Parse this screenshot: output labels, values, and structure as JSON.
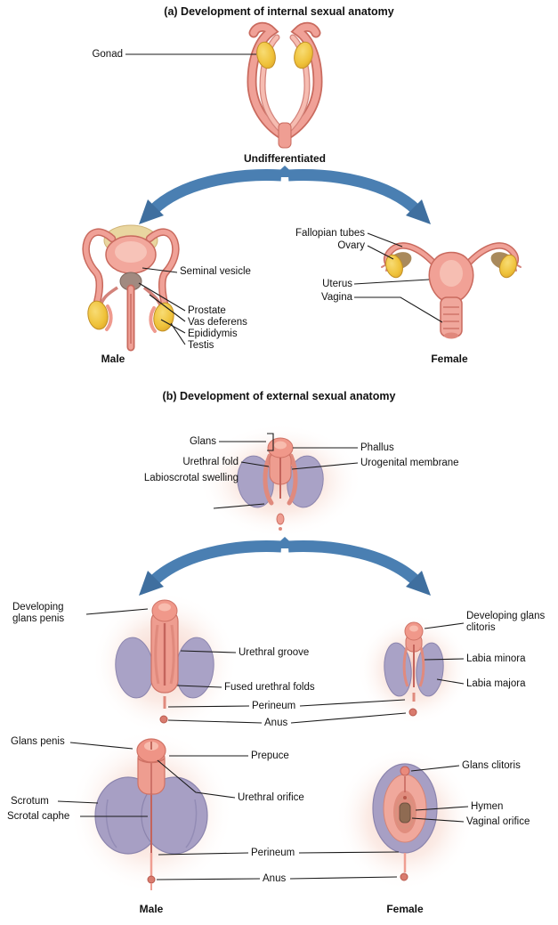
{
  "figure": {
    "section_a": {
      "title": "(a) Development of internal sexual anatomy",
      "undifferentiated_caption": "Undifferentiated",
      "male_caption": "Male",
      "female_caption": "Female",
      "labels": {
        "gonad": "Gonad",
        "seminal_vesicle": "Seminal vesicle",
        "prostate": "Prostate",
        "vas_deferens": "Vas deferens",
        "epididymis": "Epididymis",
        "testis": "Testis",
        "fallopian_tubes": "Fallopian tubes",
        "ovary": "Ovary",
        "uterus": "Uterus",
        "vagina": "Vagina"
      }
    },
    "section_b": {
      "title": "(b) Development of external sexual anatomy",
      "male_caption": "Male",
      "female_caption": "Female",
      "labels": {
        "glans": "Glans",
        "phallus": "Phallus",
        "urogenital_membrane": "Urogenital membrane",
        "urethral_fold": "Urethral fold",
        "labioscrotal_swelling": "Labioscrotal swelling",
        "developing_glans_penis": "Developing glans penis",
        "urethral_groove": "Urethral groove",
        "fused_urethral_folds": "Fused urethral folds",
        "perineum_developing": "Perineum",
        "anus_developing": "Anus",
        "developing_glans_clitoris": "Developing glans clitoris",
        "labia_minora": "Labia minora",
        "labia_majora": "Labia majora",
        "glans_penis": "Glans penis",
        "scrotum": "Scrotum",
        "scrotal_raphe": "Scrotal caphe",
        "prepuce": "Prepuce",
        "urethral_orifice": "Urethral orifice",
        "perineum_adult": "Perineum",
        "anus_adult": "Anus",
        "glans_clitoris": "Glans clitoris",
        "hymen": "Hymen",
        "vaginal_orifice": "Vaginal orifice"
      }
    },
    "colors": {
      "organ_pink": "#f0a197",
      "organ_outline": "#c96a5e",
      "gonad_yellow": "#efc23a",
      "swelling_purple": "#a9a2c6",
      "arrow_blue": "#4a7fb2",
      "leader_line": "#1a1a1a",
      "text": "#111111",
      "background": "#ffffff"
    }
  }
}
